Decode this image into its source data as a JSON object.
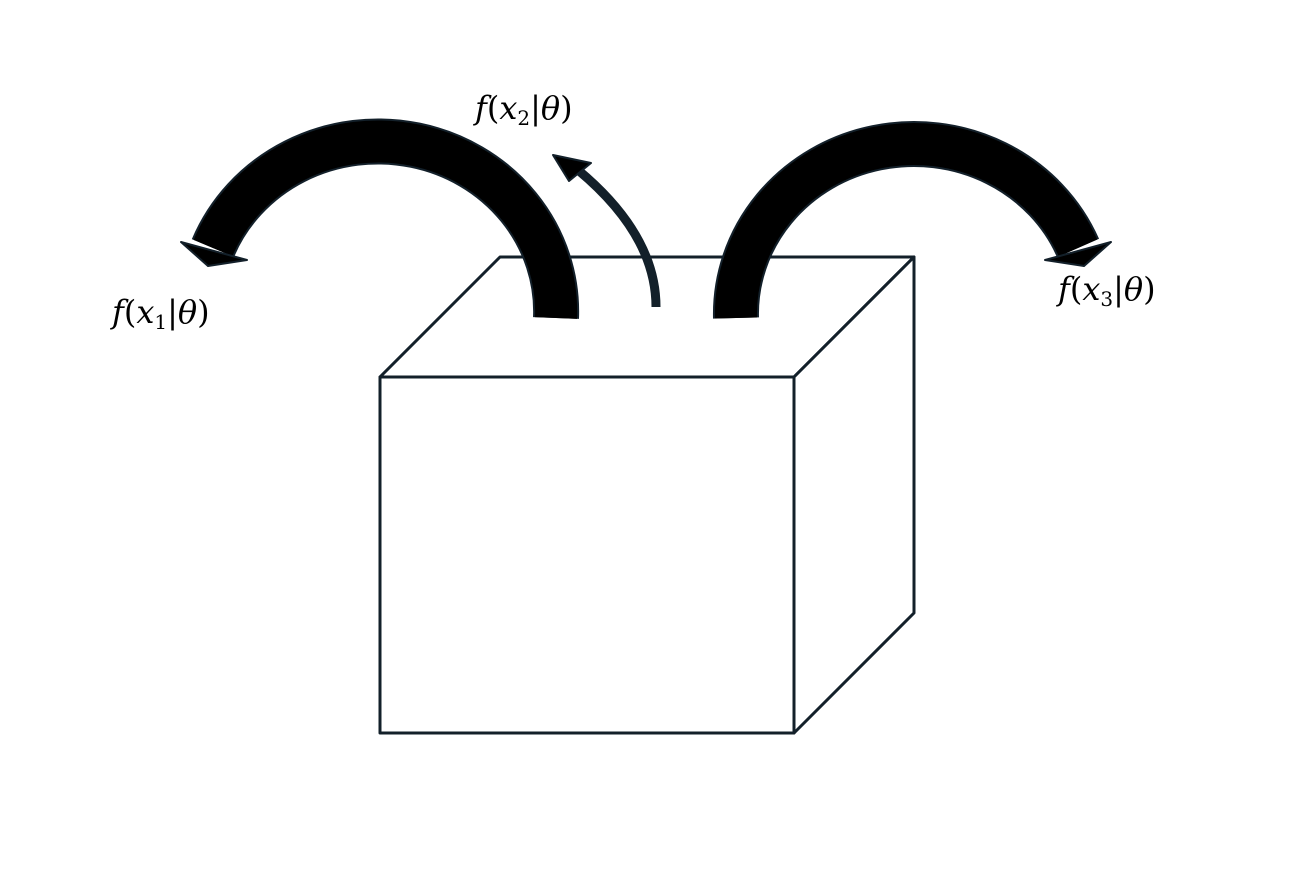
{
  "colors": {
    "stroke": "#13202a",
    "arrow_fill": "#000000",
    "background": "#ffffff"
  },
  "labels": [
    {
      "func": "f",
      "var": "x",
      "sub": "1",
      "bar": "|",
      "param": "θ",
      "open": "(",
      "close": ")"
    },
    {
      "func": "f",
      "var": "x",
      "sub": "2",
      "bar": "|",
      "param": "θ",
      "open": "(",
      "close": ")"
    },
    {
      "func": "f",
      "var": "x",
      "sub": "3",
      "bar": "|",
      "param": "θ",
      "open": "(",
      "close": ")"
    }
  ]
}
